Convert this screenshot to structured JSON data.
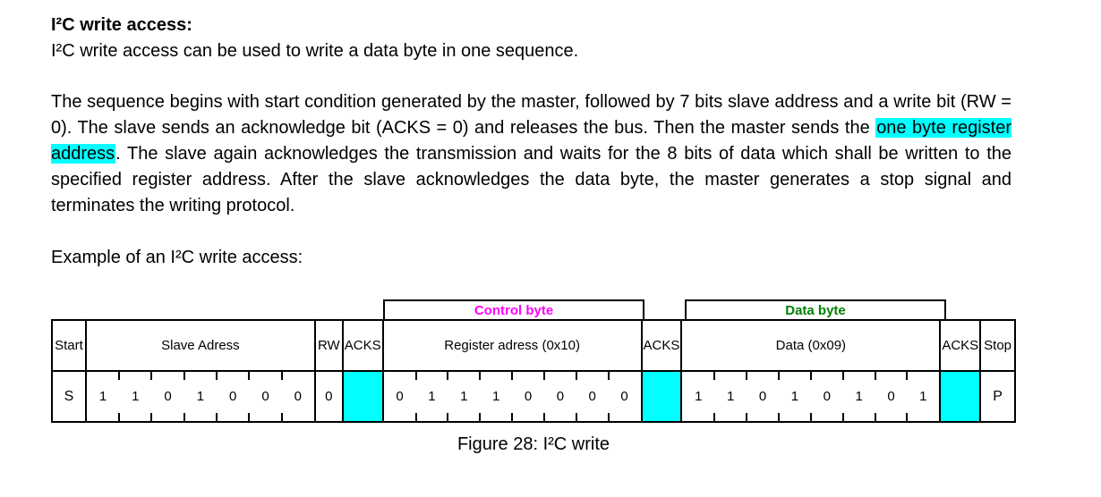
{
  "document": {
    "heading": "I²C write access:",
    "intro": "I²C write access can be used to write a data byte in one sequence.",
    "body_before_highlight": "The sequence begins with start condition generated by the master, followed by 7 bits slave address and a write bit (RW = 0). The slave sends an acknowledge bit (ACKS = 0) and releases the bus. Then the master sends the ",
    "highlight": "one byte register address",
    "body_after_highlight": ". The slave again acknowledges the transmission and waits for the 8 bits of data which shall be written to the specified register address. After the slave acknowledges the data byte, the master generates a stop signal and terminates the writing protocol.",
    "example_label": "Example of an I²C write access:",
    "caption": "Figure 28: I²C write"
  },
  "diagram": {
    "group_labels": {
      "control_byte": "Control byte",
      "data_byte": "Data byte"
    },
    "headers": {
      "start": "Start",
      "slave_address": "Slave Adress",
      "rw": "RW",
      "acks1": "ACKS",
      "register": "Register adress (0x10)",
      "acks2": "ACKS",
      "data": "Data (0x09)",
      "acks3": "ACKS",
      "stop": "Stop"
    },
    "bits": {
      "start": "S",
      "slave_address": [
        "1",
        "1",
        "0",
        "1",
        "0",
        "0",
        "0"
      ],
      "rw": "0",
      "register": [
        "0",
        "1",
        "1",
        "1",
        "0",
        "0",
        "0",
        "0"
      ],
      "data": [
        "1",
        "1",
        "0",
        "1",
        "0",
        "1",
        "0",
        "1"
      ],
      "stop": "P"
    },
    "colors": {
      "acks_fill": "#00ffff",
      "highlight_fill": "#00ffff",
      "control_label_color": "#ff00ff",
      "data_label_color": "#008000"
    }
  }
}
